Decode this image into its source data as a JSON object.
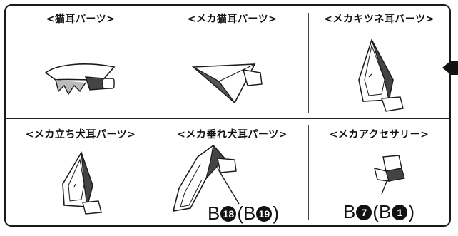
{
  "panels": [
    {
      "title": "<猫耳パーツ>",
      "icon": "cat-ear-part"
    },
    {
      "title": "<メカ猫耳パーツ>",
      "icon": "mecha-cat-ear-part"
    },
    {
      "title": "<メカキツネ耳パーツ>",
      "icon": "mecha-fox-ear-part"
    },
    {
      "title": "<メカ立ち犬耳パーツ>",
      "icon": "mecha-standing-dog-ear-part"
    },
    {
      "title": "<メカ垂れ犬耳パーツ>",
      "icon": "mecha-floppy-dog-ear-part"
    },
    {
      "title": "<メカアクセサリー>",
      "icon": "mecha-accessory-part"
    }
  ],
  "callouts": {
    "floppy_dog": {
      "prefix": "B",
      "num1": "18",
      "open": "(B",
      "num2": "19",
      "close": ")"
    },
    "accessory": {
      "prefix": "B",
      "num1": "7",
      "open": "(B",
      "num2": "1",
      "close": ")"
    }
  },
  "colors": {
    "line": "#1a1a1a",
    "part_dark": "#3a3a3a",
    "part_light": "#ffffff"
  }
}
